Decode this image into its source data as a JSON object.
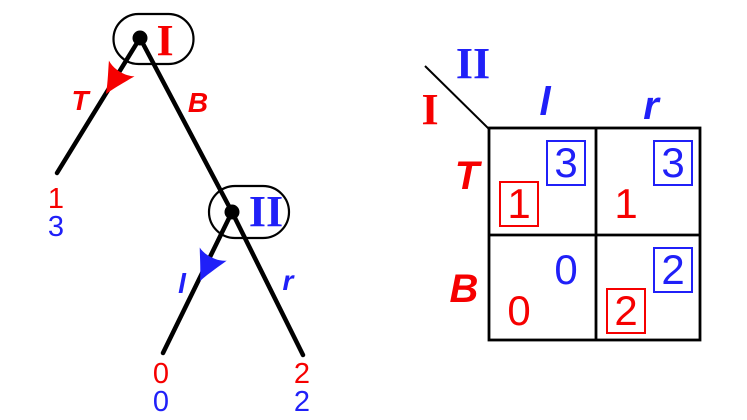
{
  "colors": {
    "player1": "#f60000",
    "player2": "#2020f8",
    "line": "#000000"
  },
  "tree": {
    "node1_label": "I",
    "node2_label": "II",
    "edge_T_label": "T",
    "edge_B_label": "B",
    "edge_l_label": "l",
    "edge_r_label": "r",
    "leaf_T": {
      "p1": "1",
      "p2": "3"
    },
    "leaf_l": {
      "p1": "0",
      "p2": "0"
    },
    "leaf_r": {
      "p1": "2",
      "p2": "2"
    }
  },
  "matrix": {
    "corner_col_player": "II",
    "corner_row_player": "I",
    "col_labels": [
      "l",
      "r"
    ],
    "row_labels": [
      "T",
      "B"
    ],
    "cells": [
      [
        {
          "p1": "1",
          "p1_boxed": true,
          "p2": "3",
          "p2_boxed": true
        },
        {
          "p1": "1",
          "p1_boxed": false,
          "p2": "3",
          "p2_boxed": true
        }
      ],
      [
        {
          "p1": "0",
          "p1_boxed": false,
          "p2": "0",
          "p2_boxed": false
        },
        {
          "p1": "2",
          "p1_boxed": true,
          "p2": "2",
          "p2_boxed": true
        }
      ]
    ]
  }
}
